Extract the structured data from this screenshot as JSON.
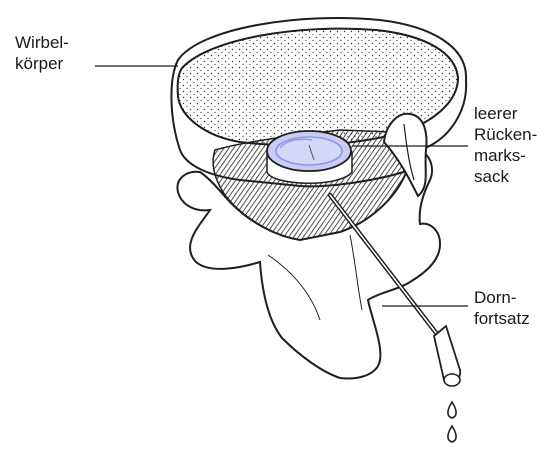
{
  "labels": {
    "wirbelkoerper": [
      "Wirbel-",
      "körper"
    ],
    "rueckenmarkssack": [
      "leerer",
      "Rücken-",
      "marks-",
      "sack"
    ],
    "dornfortsatz": [
      "Dorn-",
      "fortsatz"
    ]
  },
  "colors": {
    "ink": "#1f1f1f",
    "bone": "#ffffff",
    "shade": "#3a3a3a",
    "sac_fill": "#c9cdf4",
    "sac_ring": "#8f96e6"
  }
}
